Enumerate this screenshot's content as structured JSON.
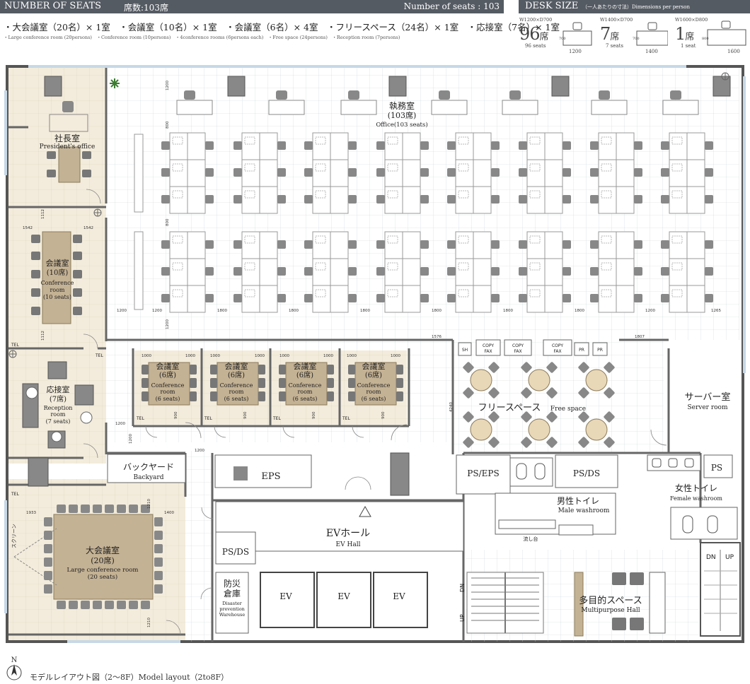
{
  "header": {
    "number_of_seats_title": "NUMBER OF SEATS",
    "seats_jp": "席数:103席",
    "seats_en": "Number of seats : 103",
    "desk_size_title": "DESK SIZE",
    "desk_size_sub": "（一人あたりの寸法）Dimensions per person"
  },
  "rooms_summary": {
    "jp": "・大会議室（20名）× 1室　・会議室（10名）× 1室　・会議室（6名）× 4室　・フリースペース（24名）× 1室　・応接室（7名）× 1室",
    "en": "・Large conference room (20persons)　・Conference room (10persons)　・4conference rooms (6persons each)　・Free space (24persons)　・Reception room (7persons)"
  },
  "desk_sizes": [
    {
      "dims": "W1200×D700",
      "count": "96",
      "unit": "席",
      "sub": "96 seats",
      "width": "1200",
      "depth": "700"
    },
    {
      "dims": "W1400×D700",
      "count": "7",
      "unit": "席",
      "sub": "7 seats",
      "width": "1400",
      "depth": "700"
    },
    {
      "dims": "W1600×D800",
      "count": "1",
      "unit": "席",
      "sub": "1 seat",
      "width": "1600",
      "depth": "800"
    }
  ],
  "rooms": {
    "office": {
      "jp": "執務室",
      "jp2": "(103席)",
      "en": "Office(103 seats)"
    },
    "president": {
      "jp": "社長室",
      "en": "President's office"
    },
    "conf10": {
      "jp": "会議室",
      "jp2": "(10席)",
      "en": "Conference",
      "en2": "room",
      "en3": "(10 seats)"
    },
    "reception": {
      "jp": "応接室",
      "jp2": "(7席)",
      "en": "Reception",
      "en2": "room",
      "en3": "(7 seats)"
    },
    "conf6": {
      "jp": "会議室",
      "jp2": "(6席)",
      "en": "Conference",
      "en2": "room",
      "en3": "(6 seats)"
    },
    "free": {
      "jp": "フリースペース",
      "en": "Free space"
    },
    "server": {
      "jp": "サーバー室",
      "en": "Server room"
    },
    "backyard": {
      "jp": "バックヤード",
      "en": "Backyard"
    },
    "eps": "EPS",
    "ev_hall": {
      "jp": "EVホール",
      "en": "EV Hall"
    },
    "ps_ds": "PS/DS",
    "ps_eps": "PS/EPS",
    "ps_ds2": "PS/DS",
    "ps": "PS",
    "male_wc": {
      "jp": "男性トイレ",
      "en": "Male washroom"
    },
    "female_wc": {
      "jp": "女性トイレ",
      "en": "Female washroom"
    },
    "large_conf": {
      "jp": "大会議室",
      "jp2": "(20席)",
      "en": "Large conference room",
      "en2": "(20 seats)"
    },
    "disaster": {
      "jp": "防災",
      "jp2": "倉庫",
      "en": "Disaster",
      "en2": "prevention",
      "en3": "Warehouse"
    },
    "ev": "EV",
    "multi": {
      "jp": "多目的スペース",
      "en": "Multipurpose Hall"
    },
    "screen": "スクリーン",
    "sink": "流し台"
  },
  "equipment": {
    "sh": "SH",
    "copy": "COPY",
    "fax": "FAX",
    "pr": "PR",
    "tel": "TEL",
    "dn": "DN",
    "up": "UP"
  },
  "dimensions": {
    "d1200": "1200",
    "d1800": "1800",
    "d1265": "1265",
    "d800": "800",
    "d1542": "1542",
    "d1112": "1112",
    "d1576": "1576",
    "d1807": "1807",
    "d1000": "1000",
    "d900": "900",
    "d4240": "4240",
    "d1933": "1933",
    "d1400": "1400",
    "d1210": "1210"
  },
  "footer": {
    "north": "N",
    "caption": "モデルレイアウト図（2〜8F）Model layout（2to8F）"
  }
}
